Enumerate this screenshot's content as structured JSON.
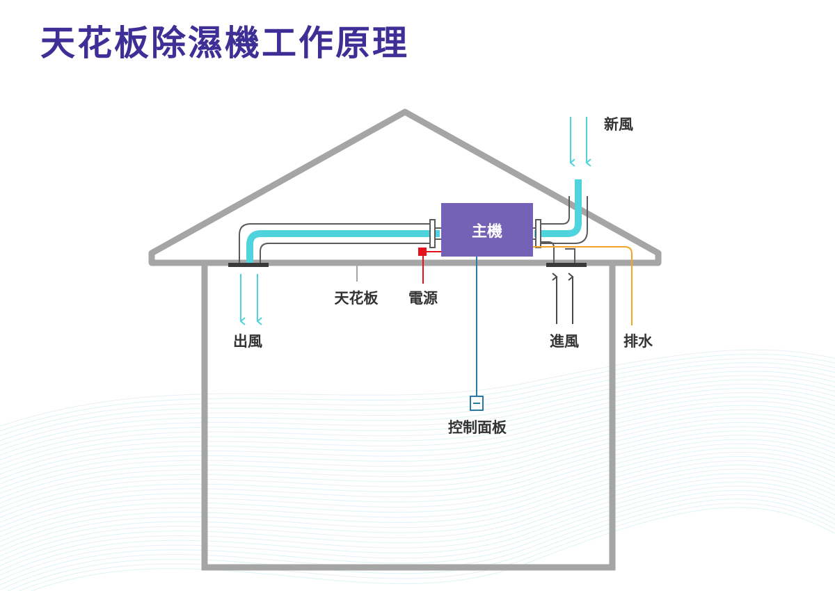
{
  "title": "天花板除濕機工作原理",
  "labels": {
    "main_unit": "主機",
    "fresh_air": "新風",
    "outlet_air": "出風",
    "ceiling": "天花板",
    "power": "電源",
    "inlet_air": "進風",
    "drainage": "排水",
    "control_panel": "控制面板"
  },
  "colors": {
    "title": "#3d2f96",
    "main_unit": "#7362b5",
    "air_duct": "#4fd3dc",
    "house_outline": "#a5a5a5",
    "duct_outline": "#5a5a5a",
    "power_line": "#e3121d",
    "drain_line": "#f3a42b",
    "control_line": "#2b79a6",
    "label_text": "#333333",
    "inlet_arrow": "#4a4a4a"
  }
}
